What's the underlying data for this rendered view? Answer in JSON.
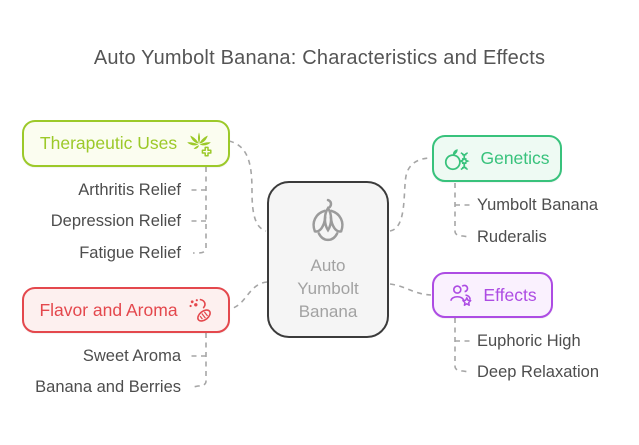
{
  "title": "Auto Yumbolt Banana: Characteristics and Effects",
  "center_node": {
    "label": "Auto Yumbolt Banana",
    "icon": "banana-icon"
  },
  "branches": [
    {
      "id": "therapeutic-uses",
      "label": "Therapeutic Uses",
      "icon": "cannabis-plus-icon",
      "accent": "#9cc929",
      "background": "#fbfdf0",
      "items": [
        "Arthritis Relief",
        "Depression Relief",
        "Fatigue Relief"
      ]
    },
    {
      "id": "flavor-and-aroma",
      "label": "Flavor and Aroma",
      "icon": "aroma-icon",
      "accent": "#e4484d",
      "background": "#fdf0ef",
      "items": [
        "Sweet Aroma",
        "Banana and Berries"
      ]
    },
    {
      "id": "genetics",
      "label": "Genetics",
      "icon": "fruit-dna-icon",
      "accent": "#38c27c",
      "background": "#eefaf3",
      "items": [
        "Yumbolt Banana",
        "Ruderalis"
      ]
    },
    {
      "id": "effects",
      "label": "Effects",
      "icon": "people-star-icon",
      "accent": "#ad4ce3",
      "background": "#faf1fe",
      "items": [
        "Euphoric High",
        "Deep Relaxation"
      ]
    }
  ],
  "colors": {
    "connector": "#a6a6a6",
    "center_border": "#3b3b3b",
    "center_background": "#f5f5f5",
    "center_text": "#a2a2a2",
    "item_text": "#4d4d4d",
    "title_text": "#555555"
  }
}
